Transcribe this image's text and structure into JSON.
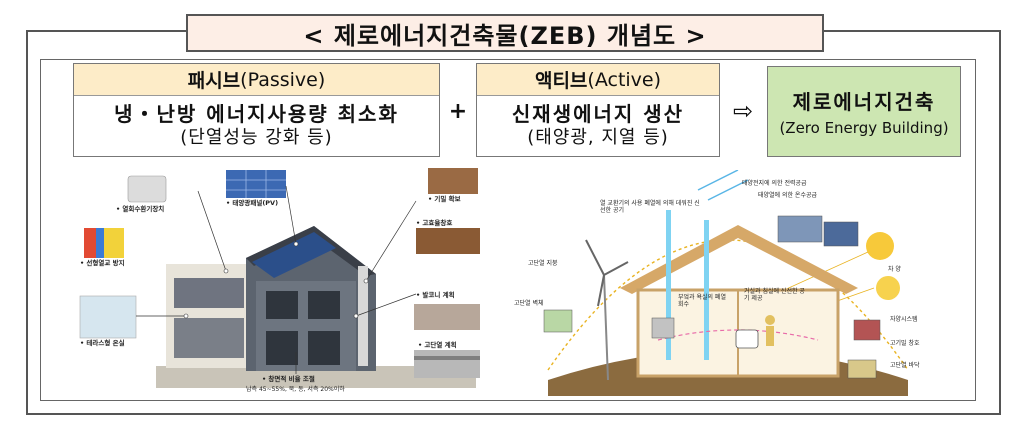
{
  "title": "< 제로에너지건축물(ZEB) 개념도 >",
  "passive": {
    "label_ko": "패시브",
    "label_en": "(Passive)",
    "line1": "냉・난방 에너지사용량 최소화",
    "line2": "(단열성능 강화 등)"
  },
  "plus": "+",
  "active": {
    "label_ko": "액티브",
    "label_en": "(Active)",
    "line1": "신재생에너지 생산",
    "line2": "(태양광, 지열 등)"
  },
  "arrow": "⇨",
  "result": {
    "title": "제로에너지건축",
    "subtitle": "(Zero Energy Building)"
  },
  "left_photo": {
    "pv": "• 태양광패널(PV)",
    "airtight": "• 기밀 확보",
    "hrv": "• 열회수환기장치",
    "thermal_bridge": "• 선형열교 방지",
    "windows": "• 고효율창호",
    "balcony": "• 발코니 계획",
    "terrace": "• 테라스형 온실",
    "insulation": "• 고단열 계획",
    "window_ratio": "• 창면적 비율 조절",
    "window_ratio_note": "남측 45~55%, 북, 동, 서측 20%이하"
  },
  "right_diagram": {
    "solar_power": "태양전지에 의한 전력공급",
    "solar_heat": "태양열에 의한 온수공급",
    "ventilation": "열 교환기의 사용 폐열에 의해 데워진 신선한 공기",
    "roof_insulation": "고단열 지붕",
    "wall_insulation": "고단열 벽체",
    "heat_recovery": "부엌과 욕실의 폐열 회수",
    "fresh_air": "거실과 침실에 신선한 공기 제공",
    "shading": "차 양",
    "storage": "자양시스템",
    "windows": "고기밀 창호",
    "floor": "고단열 바닥"
  }
}
